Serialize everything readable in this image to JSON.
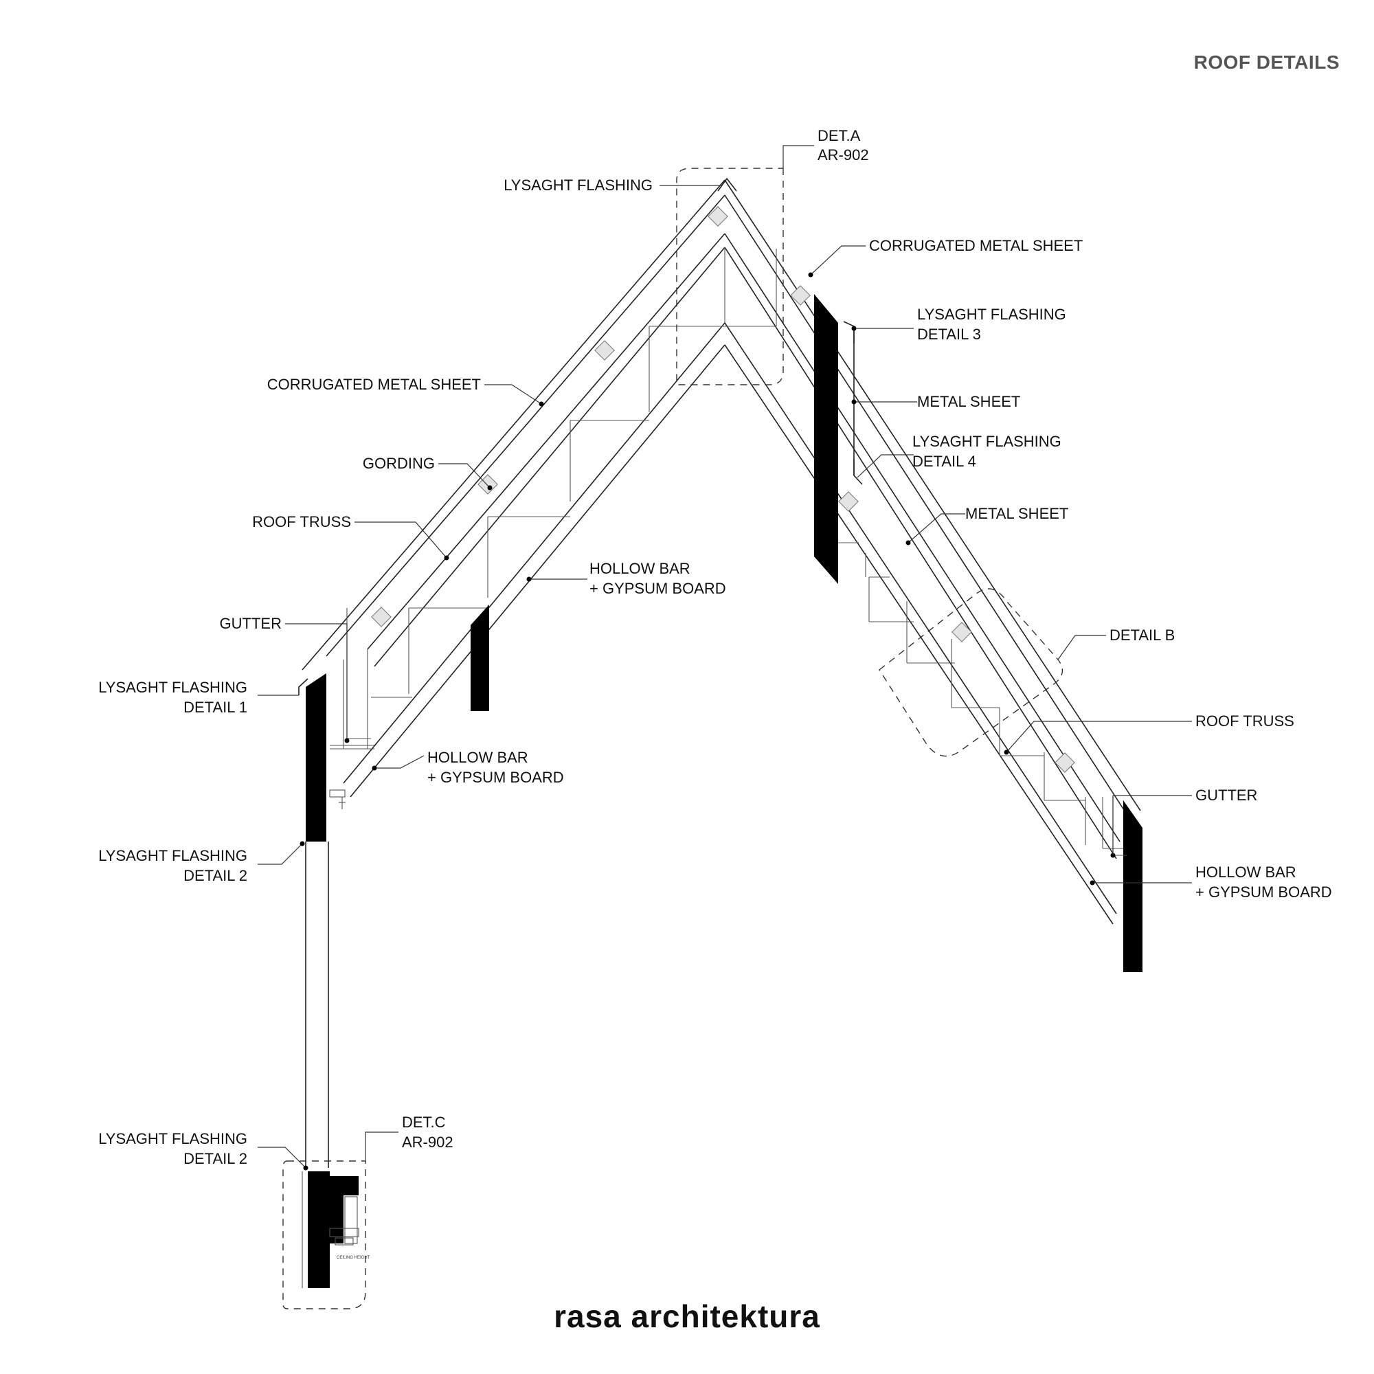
{
  "header": {
    "title": "ROOF DETAILS"
  },
  "footer": {
    "brand": "rasa architektura"
  },
  "labels": {
    "det_a": [
      "DET.A",
      "AR-902"
    ],
    "lysaght_flashing_top": "LYSAGHT FLASHING",
    "corrugated_right": "CORRUGATED METAL SHEET",
    "flashing_detail3": [
      "LYSAGHT FLASHING",
      "DETAIL 3"
    ],
    "metal_sheet_upper": "METAL SHEET",
    "flashing_detail4": [
      "LYSAGHT FLASHING",
      "DETAIL 4"
    ],
    "metal_sheet_lower": "METAL SHEET",
    "corrugated_left": "CORRUGATED METAL SHEET",
    "gording": "GORDING",
    "roof_truss_left": "ROOF TRUSS",
    "hollow_bar_center": [
      "HOLLOW BAR",
      "+ GYPSUM BOARD"
    ],
    "gutter_left": "GUTTER",
    "flashing_detail1": [
      "LYSAGHT FLASHING",
      "DETAIL 1"
    ],
    "hollow_bar_left": [
      "HOLLOW BAR",
      "+ GYPSUM BOARD"
    ],
    "flashing_detail2_upper": [
      "LYSAGHT FLASHING",
      "DETAIL 2"
    ],
    "detail_b": "DETAIL B",
    "roof_truss_right": "ROOF TRUSS",
    "gutter_right": "GUTTER",
    "hollow_bar_right": [
      "HOLLOW BAR",
      "+ GYPSUM BOARD"
    ],
    "det_c": [
      "DET.C",
      "AR-902"
    ],
    "flashing_detail2_lower": [
      "LYSAGHT FLASHING",
      "DETAIL 2"
    ],
    "ceiling_height": "CEILING HEIGHT"
  }
}
